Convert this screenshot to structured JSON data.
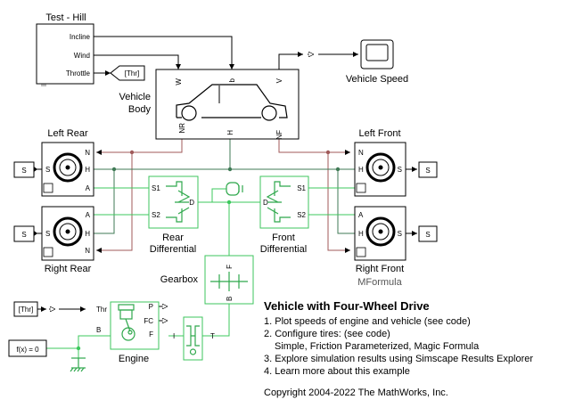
{
  "blocks": {
    "test_source": {
      "title": "Test - Hill",
      "ports": [
        "Incline",
        "Wind",
        "Throttle"
      ]
    },
    "thr_goto": "[Thr]",
    "thr_from": "[Thr]",
    "vehicle_body": {
      "label_line1": "Vehicle",
      "label_line2": "Body",
      "ports": [
        "W",
        "b",
        "V",
        "NR",
        "H",
        "NF"
      ]
    },
    "scope": "Vehicle Speed",
    "left_rear": {
      "label": "Left Rear",
      "ports": [
        "N",
        "S",
        "H",
        "A"
      ]
    },
    "right_rear": {
      "label": "Right Rear",
      "ports": [
        "A",
        "S",
        "H",
        "N"
      ]
    },
    "left_front": {
      "label": "Left Front",
      "ports": [
        "N",
        "H",
        "S",
        "A"
      ]
    },
    "right_front": {
      "label": "Right Front",
      "sublabel": "MFormula",
      "ports": [
        "A",
        "H",
        "S",
        "N"
      ]
    },
    "s_label": "S",
    "rear_diff": {
      "label_line1": "Rear",
      "label_line2": "Differential",
      "ports": [
        "S1",
        "S2",
        "D"
      ]
    },
    "front_diff": {
      "label_line1": "Front",
      "label_line2": "Differential",
      "ports": [
        "S1",
        "S2",
        "D"
      ]
    },
    "gearbox": {
      "label": "Gearbox",
      "ports": [
        "F",
        "B"
      ]
    },
    "engine": {
      "label": "Engine",
      "ports": [
        "B",
        "F",
        "P",
        "FC",
        "I",
        "T"
      ],
      "thr_in": "Thr"
    },
    "solver": "f(x) = 0"
  },
  "notes": {
    "title": "Vehicle with Four-Wheel Drive",
    "items": [
      "1. Plot speeds of engine and vehicle (see code)",
      "2. Configure tires: (see code)",
      "Simple, Friction Parameterized, Magic Formula",
      "3. Explore simulation results using Simscape Results Explorer",
      "4. Learn more about this example"
    ],
    "copyright": "Copyright 2004-2022 The MathWorks, Inc."
  },
  "colors": {
    "signal": "#000000",
    "tire_connection": "#a05a5a",
    "mechanical": "#3cc85c",
    "physical_dark": "#3f7a55"
  }
}
